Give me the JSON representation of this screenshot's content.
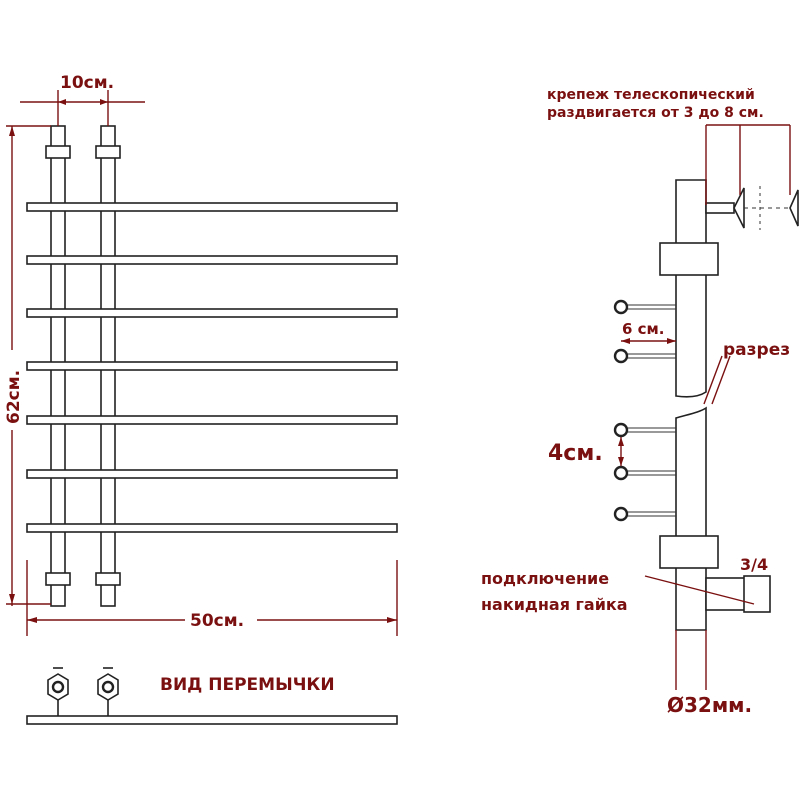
{
  "front_view": {
    "width_between_uprights": "10см.",
    "total_height": "62см.",
    "total_width": "50см."
  },
  "jumper_view": {
    "title": "ВИД ПЕРЕМЫЧКИ"
  },
  "side_view": {
    "mount_note_line1": "крепеж телескопический",
    "mount_note_line2": "раздвигается от 3 до 8 см.",
    "bar_offset": "6 см.",
    "section_label": "разрез",
    "bar_spacing": "4см.",
    "connection_line1": "подключение",
    "connection_line2": "накидная гайка",
    "thread_size": "3/4",
    "pipe_diameter": "Ø32мм."
  },
  "colors": {
    "label": "#7a1010",
    "outline": "#222222"
  }
}
